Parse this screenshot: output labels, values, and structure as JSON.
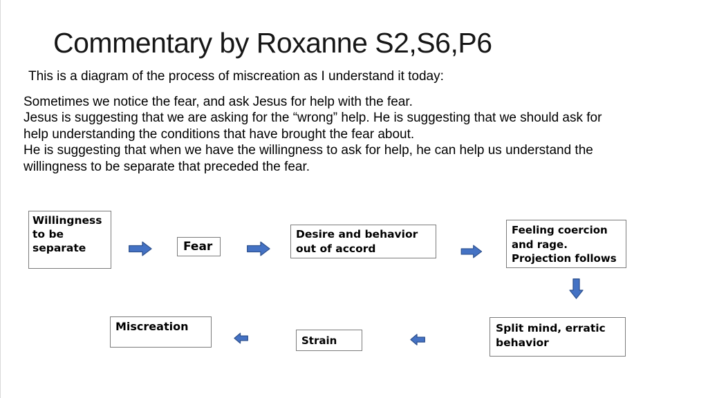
{
  "slide": {
    "title": "Commentary by Roxanne S2,S6,P6",
    "subtitle": "This is a diagram of the process of miscreation as I understand it today:",
    "body": "Sometimes we notice the fear, and ask Jesus for help with the fear.\nJesus is suggesting that we are asking for the “wrong” help. He is suggesting that we should ask for\nhelp understanding the conditions that have brought the fear about.\nHe is suggesting that when we have the willingness to ask for help, he can help us understand the\nwillingness to be separate that preceded the fear."
  },
  "diagram": {
    "box_border_color": "#7a7a7a",
    "arrow_fill": "#4472c4",
    "arrow_stroke": "#2f528f",
    "nodes": {
      "willingness": "Willingness\nto be\nseparate",
      "fear": "Fear",
      "desire": "Desire and behavior\nout of accord",
      "coercion": "Feeling coercion\nand rage.\nProjection follows",
      "split": "Split mind, erratic\nbehavior",
      "strain": "Strain",
      "miscreation": "Miscreation"
    }
  }
}
